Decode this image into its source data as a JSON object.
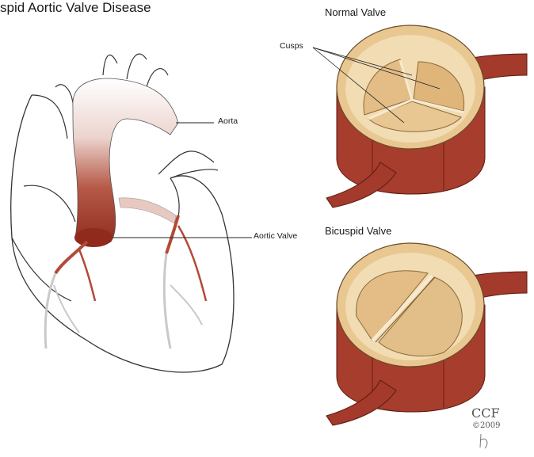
{
  "title": "spid Aortic Valve Disease",
  "panels": {
    "normal": {
      "title": "Normal Valve",
      "cusps_label": "Cusps"
    },
    "bicuspid": {
      "title": "Bicuspid Valve"
    }
  },
  "heart_labels": {
    "aorta": "Aorta",
    "aortic_valve": "Aortic Valve"
  },
  "credit": {
    "org": "CCF",
    "year": "©2009"
  },
  "colors": {
    "aorta_red": "#a33a2b",
    "aorta_dark": "#7a2216",
    "valve_beige": "#e7c48e",
    "valve_light": "#f3dfb8",
    "outline": "#3a3a3a"
  }
}
